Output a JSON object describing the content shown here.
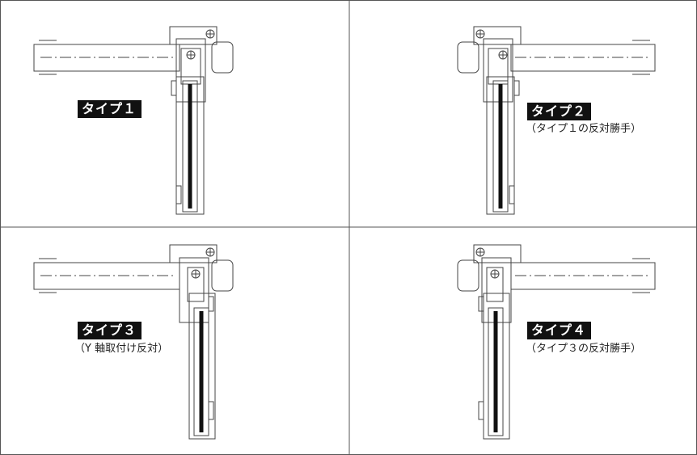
{
  "panels": [
    {
      "label": "タイプ１",
      "note": ""
    },
    {
      "label": "タイプ２",
      "note": "（タイプ１の反対勝手）"
    },
    {
      "label": "タイプ３",
      "note": "（Y 軸取付け反対）"
    },
    {
      "label": "タイプ４",
      "note": "（タイプ３の反対勝手）"
    }
  ],
  "colors": {
    "line": "#444444",
    "label_bg": "#111111",
    "label_fg": "#ffffff"
  }
}
